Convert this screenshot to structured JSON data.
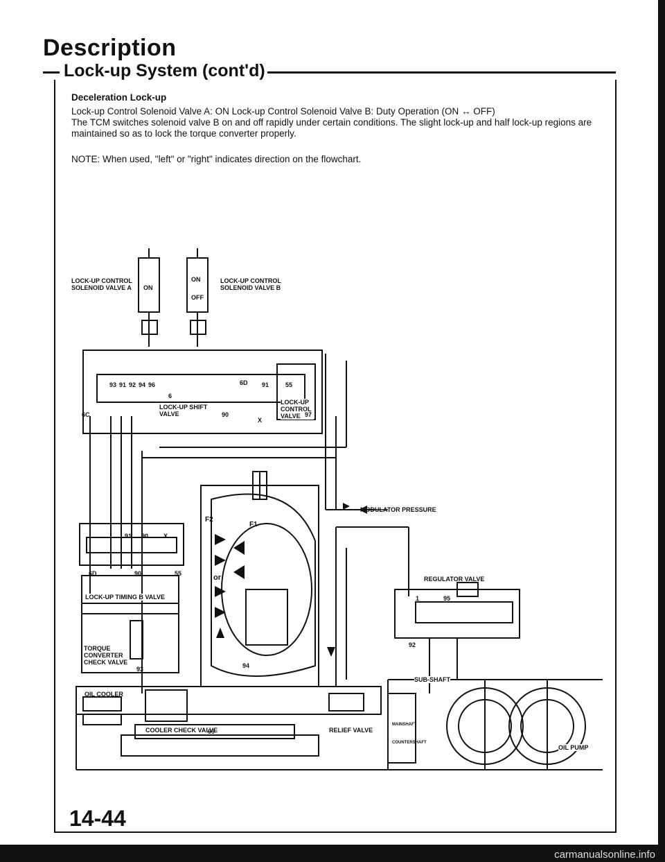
{
  "header": {
    "title": "Description",
    "subtitle": "Lock-up System (cont'd)"
  },
  "body": {
    "section_heading": "Deceleration Lock-up",
    "solenoid_line": "Lock-up Control Solenoid Valve A: ON    Lock-up Control Solenoid Valve B: Duty Operation (ON ↔ OFF)",
    "description": "The TCM switches solenoid valve B on and off rapidly under certain conditions. The slight lock-up and half lock-up regions are maintained so as to lock the torque converter properly.",
    "note": "NOTE: When used, \"left\" or \"right\" indicates direction on the flowchart."
  },
  "diagram": {
    "solenoid_a_label": "LOCK-UP CONTROL SOLENOID VALVE A",
    "solenoid_a_state": "ON",
    "solenoid_b_label": "LOCK-UP CONTROL SOLENOID VALVE B",
    "solenoid_b_on": "ON",
    "solenoid_b_off": "OFF",
    "shift_valve": "LOCK-UP SHIFT VALVE",
    "control_valve": "LOCK-UP CONTROL VALVE",
    "modulator": "MODULATOR PRESSURE",
    "regulator": "REGULATOR VALVE",
    "timing_valve": "LOCK-UP TIMING B VALVE",
    "torque_check": "TORQUE CONVERTER CHECK VALVE",
    "oil_cooler": "OIL COOLER",
    "cooler_check": "COOLER CHECK VALVE",
    "relief": "RELIEF VALVE",
    "subshaft": "SUB-SHAFT",
    "mainshaft": "MAINSHAFT",
    "countershaft": "COUNTERSHAFT",
    "oil_pump": "OIL PUMP",
    "or": "or",
    "f1": "F1",
    "f2": "F2",
    "ports": [
      "6C",
      "6",
      "90",
      "6D",
      "91",
      "55",
      "X",
      "97",
      "93",
      "91",
      "92",
      "94",
      "96",
      "6D",
      "90",
      "55",
      "X",
      "90",
      "91",
      "93",
      "1",
      "95",
      "92",
      "99",
      "94"
    ]
  },
  "footer": {
    "page_number": "14-44",
    "watermark": "carmanualsonline.info"
  }
}
